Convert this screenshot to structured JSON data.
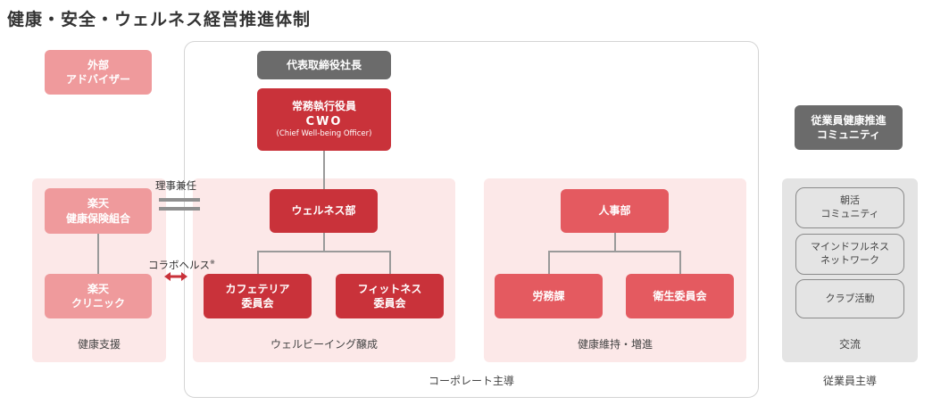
{
  "title": "健康・安全・ウェルネス経営推進体制",
  "external": {
    "line1": "外部",
    "line2": "アドバイザー"
  },
  "ceo": "代表取締役社長",
  "cwo": {
    "line1": "常務執行役員",
    "line2": "CWO",
    "line3": "(Chief Well-being Officer)"
  },
  "rakuten_kenpo": {
    "line1": "楽天",
    "line2": "健康保険組合"
  },
  "rakuten_clinic": {
    "line1": "楽天",
    "line2": "クリニック"
  },
  "riji_kennin": "理事兼任",
  "collab": {
    "text": "コラボヘルス",
    "note": "※"
  },
  "wellness_dept": "ウェルネス部",
  "cafeteria": {
    "line1": "カフェテリア",
    "line2": "委員会"
  },
  "fitness": {
    "line1": "フィットネス",
    "line2": "委員会"
  },
  "hr_dept": "人事部",
  "labor": "労務課",
  "health_committee": "衛生委員会",
  "employee_community": {
    "line1": "従業員健康推進",
    "line2": "コミュニティ"
  },
  "asakatsu": {
    "line1": "朝活",
    "line2": "コミュニティ"
  },
  "mindfulness": {
    "line1": "マインドフルネス",
    "line2": "ネットワーク"
  },
  "club": "クラブ活動",
  "panel_labels": {
    "health_support": "健康支援",
    "wellbeing": "ウェルビーイング醸成",
    "health_maintenance": "健康維持・増進",
    "exchange": "交流",
    "corporate_led": "コーポレート主導",
    "employee_led": "従業員主導"
  },
  "colors": {
    "dark_red": "#c9323a",
    "mid_red": "#e45a60",
    "light_red": "#ef9a9c",
    "pink_panel": "#fce8e8",
    "gray_box": "#6b6b6b",
    "gray_panel": "#e4e4e4"
  },
  "icons": {
    "collab_arrow": "double-arrow-icon",
    "dual_role": "double-bar-icon"
  }
}
